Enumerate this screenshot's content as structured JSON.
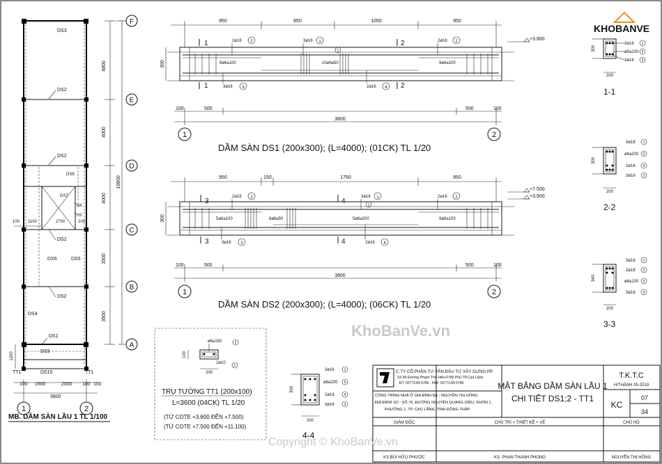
{
  "plan": {
    "grid_rows": [
      "F",
      "E",
      "D",
      "C",
      "B",
      "A"
    ],
    "grid_cols": [
      "1",
      "2"
    ],
    "beam_labels": [
      "DS3",
      "DS2",
      "DS2",
      "DS8",
      "DS7",
      "TH4",
      "TH3",
      "DS2",
      "DS6",
      "DS5",
      "DS2",
      "DS4",
      "DS1",
      "DS9",
      "DS10",
      "TT1",
      "TT1"
    ],
    "dims_vertical": [
      "4800",
      "4000",
      "4000",
      "3500",
      "3500",
      "1200",
      "19800"
    ],
    "dims_horizontal": [
      "100",
      "1100",
      "2700",
      "100",
      "100",
      "1600",
      "2000",
      "100",
      "100",
      "3800"
    ],
    "title": "MB. DẦM SÀN LẦU 1 TL 1/100"
  },
  "ds1": {
    "top_dims": [
      "950",
      "850",
      "1050",
      "950"
    ],
    "height_dim": "300",
    "level": "+3.900",
    "bar_labels": [
      "2ø16",
      "3ø16",
      "2ø16",
      "9ø6a100",
      "10ø6a50",
      "9ø6a100",
      "3ø16",
      "2ø16"
    ],
    "circles": [
      "2",
      "1",
      "2",
      "1",
      "3",
      "4"
    ],
    "section_marks": [
      "1",
      "1",
      "2",
      "2"
    ],
    "bottom_dims": [
      "100",
      "500",
      "500",
      "100",
      "3800"
    ],
    "axes": [
      "1",
      "2"
    ],
    "title": "DẦM SÀN DS1 (200x300); (L=4000); (01CK) TL 1/20"
  },
  "ds2": {
    "top_dims": [
      "950",
      "150",
      "1750",
      "950"
    ],
    "height_dim": "300",
    "levels": [
      "+7.500",
      "+3.900"
    ],
    "bar_labels": [
      "2ø16",
      "3ø16",
      "2ø16",
      "5ø6a100",
      "6ø6a50",
      "5ø6a200",
      "9ø6a100",
      "3ø16",
      "2ø16"
    ],
    "circles": [
      "2",
      "1",
      "2",
      "1",
      "3",
      "4"
    ],
    "section_marks": [
      "3",
      "3",
      "4",
      "4"
    ],
    "bottom_dims": [
      "100",
      "500",
      "500",
      "100",
      "3800"
    ],
    "axes": [
      "1",
      "2"
    ],
    "title": "DẦM SÀN DS2 (200x300); (L=4000); (06CK) TL 1/20"
  },
  "sections": [
    {
      "name": "1-1",
      "labels": [
        "3ø16",
        "ø6a100",
        "3ø16"
      ],
      "nums": [
        "1",
        "5",
        "3"
      ],
      "w": "200",
      "h": "300"
    },
    {
      "name": "2-2",
      "labels": [
        "3ø16",
        "ø6a200",
        "2ø16",
        "3ø16"
      ],
      "nums": [
        "1",
        "5",
        "4",
        "3"
      ],
      "w": "200",
      "h": "300"
    },
    {
      "name": "3-3",
      "labels": [
        "3ø16",
        "2ø16",
        "ø6a100",
        "3ø16"
      ],
      "nums": [
        "1",
        "2",
        "5",
        "3"
      ],
      "w": "200",
      "h": "340"
    },
    {
      "name": "4-4",
      "labels": [
        "3ø16",
        "ø6a200",
        "2ø16",
        "3ø16"
      ],
      "nums": [
        "1",
        "5",
        "4",
        "3"
      ],
      "w": "200",
      "h": "300"
    }
  ],
  "column": {
    "labels": [
      "ø6a150",
      "2ø10"
    ],
    "nums": [
      "2",
      "1"
    ],
    "dims": [
      "100",
      "200"
    ],
    "title": "TRỤ TƯỜNG TT1 (200x100)",
    "length": "L=3600 (04CK) TL 1/20",
    "note1": "(TỪ COTE +3.600 ĐẾN +7.500)",
    "note2": "(TỪ COTE +7.500 ĐẾN +11.100)"
  },
  "titleblock": {
    "company": "C.TY CỔ PHẦN TƯ VẤN ĐẦU TƯ XÂY DỰNG PP",
    "address": "Số 89 Đường Phạm Thế Hiển,P.Mỹ Phú,TP.Cao Lãnh",
    "phone": "ĐT: 02773.89 6789 - FAX: 02773.89 6789",
    "project": "CÔNG TRÌNH NHÀ Ở GIA ĐÌNH BÀ : NGUYỄN THỊ HỒNG",
    "site1": "ĐỊA ĐIỂM XD : SỐ 76, ĐƯỜNG NGUYỄN QUANG DIỆU, KHÓM 1,",
    "site2": "PHƯỜNG 1, TP. CAO LÃNH, TỈNH ĐỒNG THÁP",
    "drawing_title1": "MẶT BẰNG DẦM SÀN LẦU 1",
    "drawing_title2": "CHI TIẾT DS1;2 - TT1",
    "stage": "T.K.T.C",
    "date": "H/THÀNH 05-2019",
    "code": "KC",
    "sheet": "07",
    "total": "34",
    "role1": "GIÁM ĐỐC",
    "role2": "CHỦ TRÌ + THIẾT KẾ + VẼ",
    "role3": "CHỦ HỘ",
    "name1": "KS.BÙI HỮU PHƯỚC",
    "name2": "KS. PHAN THANH PHONG",
    "name3": "NGUYỄN THỊ HỒNG"
  },
  "watermark": {
    "logo": "KHOBANVE",
    "center": "KhoBanVe.vn",
    "bottom": "Copyright © KhoBanVe.vn"
  },
  "colors": {
    "logo_orange": "#f28c1e",
    "logo_blue": "#1c4f9c",
    "watermark": "#c9c9c9"
  }
}
